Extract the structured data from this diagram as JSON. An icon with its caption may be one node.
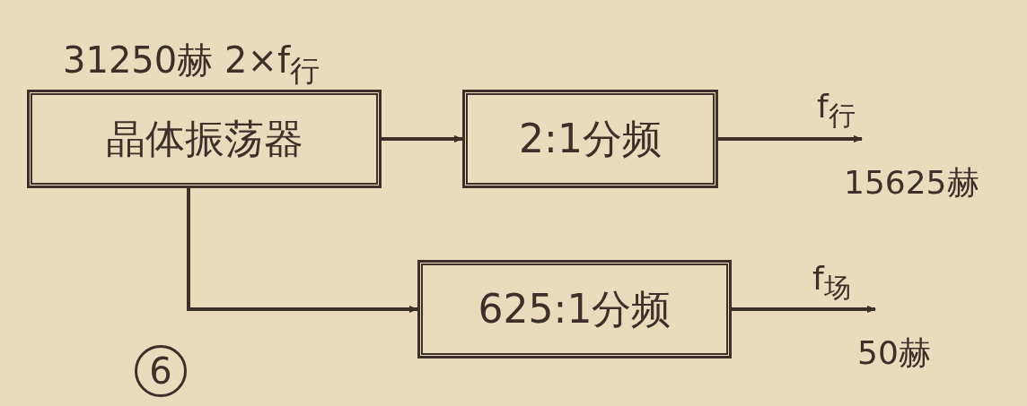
{
  "diagram": {
    "nodes": [
      {
        "text": [
          "晶体振荡器"
        ],
        "beside": [
          "31250赫 2×f$_{行}$"
        ]
      },
      {
        "text": [
          "2:1分频"
        ]
      },
      {
        "text": [
          "625:1分频"
        ]
      }
    ],
    "edges": [
      {
        "from": 0,
        "to": 1,
        "arrow": "to"
      },
      {
        "from": 0,
        "to": 2,
        "arrow": "to"
      },
      {
        "from": 1,
        "to": null,
        "arrow": "to",
        "label": "f$_{行}$"
      },
      {
        "from": 2,
        "to": null,
        "arrow": "to",
        "label": "f$_{场}$"
      }
    ],
    "labels": [
      "15625赫",
      "50赫",
      "6"
    ]
  }
}
